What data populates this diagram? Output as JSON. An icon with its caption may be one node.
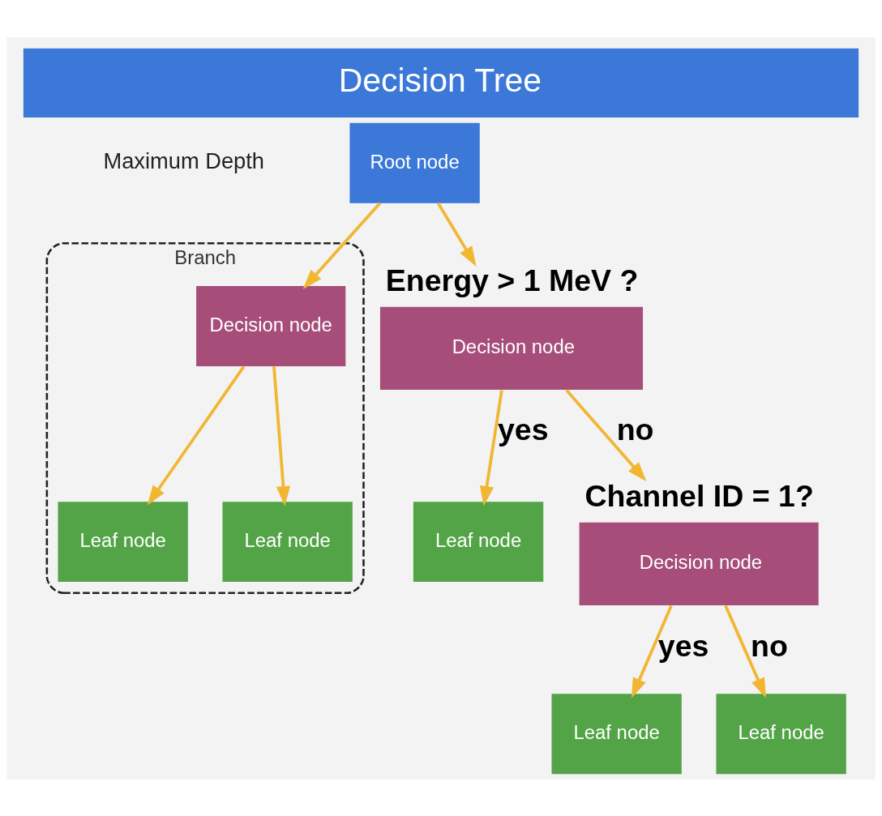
{
  "diagram": {
    "title": "Decision Tree",
    "nodes": [
      {
        "text": [
          "Root node"
        ]
      },
      {
        "text": [
          "Decision node"
        ],
        "beside": [
          "Energy > 1 MeV ?"
        ]
      },
      {
        "text": [
          "Leaf node"
        ]
      },
      {
        "text": [
          "Decision node"
        ],
        "beside": [
          "Channel ID = 1?"
        ]
      },
      {
        "text": [
          "Leaf node"
        ]
      },
      {
        "text": [
          "Leaf node"
        ]
      },
      {
        "text": [
          "Branch"
        ]
      },
      {
        "text": [
          "Decision node"
        ],
        "in": 6
      },
      {
        "text": [
          "Leaf node"
        ],
        "in": 6
      },
      {
        "text": [
          "Leaf node"
        ],
        "in": 6
      }
    ],
    "edges": [
      {
        "from": 0,
        "to": 1,
        "arrow": "to"
      },
      {
        "from": 1,
        "to": 2,
        "arrow": "to",
        "label": "yes"
      },
      {
        "from": 1,
        "to": 3,
        "arrow": "to",
        "label": "no"
      },
      {
        "from": 3,
        "to": 4,
        "arrow": "to",
        "label": "yes"
      },
      {
        "from": 3,
        "to": 5,
        "arrow": "to",
        "label": "no"
      },
      {
        "from": 0,
        "to": 7,
        "arrow": "to"
      },
      {
        "from": 7,
        "to": 8,
        "arrow": "to"
      },
      {
        "from": 7,
        "to": 9,
        "arrow": "to"
      }
    ],
    "labels": [
      "Maximum Depth"
    ]
  }
}
